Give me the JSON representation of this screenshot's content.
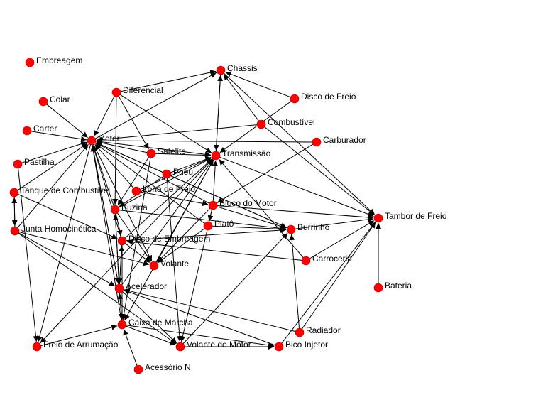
{
  "colors": {
    "node": "#ff0000",
    "edge": "#000000",
    "label": "#000000",
    "background": "#ffffff"
  },
  "nodes": [
    {
      "id": "embreagem",
      "label": "Embreagem"
    },
    {
      "id": "colar",
      "label": "Colar"
    },
    {
      "id": "carter",
      "label": "Carter"
    },
    {
      "id": "pastilha",
      "label": "Pastilha"
    },
    {
      "id": "tanque",
      "label": "Tanque de Combustível"
    },
    {
      "id": "junta",
      "label": "Junta Homocinética"
    },
    {
      "id": "diferencial",
      "label": "Diferencial"
    },
    {
      "id": "chassis",
      "label": "Chassis"
    },
    {
      "id": "discofreio",
      "label": "Disco de Freio"
    },
    {
      "id": "combustivel",
      "label": "Combustível"
    },
    {
      "id": "carburador",
      "label": "Carburador"
    },
    {
      "id": "motor",
      "label": "Motor"
    },
    {
      "id": "satelite",
      "label": "Satelite"
    },
    {
      "id": "transmissao",
      "label": "Transmissão"
    },
    {
      "id": "pneu",
      "label": "Pneu"
    },
    {
      "id": "lona",
      "label": "Lona de Freio"
    },
    {
      "id": "buzina",
      "label": "Buzina"
    },
    {
      "id": "bloco",
      "label": "Bloco do Motor"
    },
    {
      "id": "plato",
      "label": "Platô"
    },
    {
      "id": "burrinho",
      "label": "Burrinho"
    },
    {
      "id": "tambor",
      "label": "Tambor de Freio"
    },
    {
      "id": "discoemb",
      "label": "Disco de Embreagem"
    },
    {
      "id": "volante",
      "label": "Volante"
    },
    {
      "id": "carroceria",
      "label": "Carroceria"
    },
    {
      "id": "acelerador",
      "label": "Acelerador"
    },
    {
      "id": "bateria",
      "label": "Bateria"
    },
    {
      "id": "caixa",
      "label": "Caixa de Marcha"
    },
    {
      "id": "radiador",
      "label": "Radiador"
    },
    {
      "id": "freioarr",
      "label": "Freio de Arrumação"
    },
    {
      "id": "volantemotor",
      "label": "Volante do Motor"
    },
    {
      "id": "bico",
      "label": "Bico Injetor"
    },
    {
      "id": "acessorio",
      "label": "Acessório N"
    }
  ],
  "edges": [
    [
      "colar",
      "motor"
    ],
    [
      "carter",
      "motor"
    ],
    [
      "pastilha",
      "motor"
    ],
    [
      "tanque",
      "motor"
    ],
    [
      "junta",
      "motor"
    ],
    [
      "diferencial",
      "motor"
    ],
    [
      "diferencial",
      "chassis"
    ],
    [
      "diferencial",
      "satelite"
    ],
    [
      "diferencial",
      "transmissao"
    ],
    [
      "diferencial",
      "buzina"
    ],
    [
      "motor",
      "chassis"
    ],
    [
      "combustivel",
      "motor"
    ],
    [
      "carburador",
      "motor"
    ],
    [
      "satelite",
      "motor"
    ],
    [
      "pneu",
      "motor"
    ],
    [
      "lona",
      "motor"
    ],
    [
      "buzina",
      "motor"
    ],
    [
      "bloco",
      "motor"
    ],
    [
      "plato",
      "motor"
    ],
    [
      "burrinho",
      "motor"
    ],
    [
      "discoemb",
      "motor"
    ],
    [
      "acelerador",
      "motor"
    ],
    [
      "caixa",
      "motor"
    ],
    [
      "motor",
      "volante"
    ],
    [
      "motor",
      "freioarr"
    ],
    [
      "motor",
      "transmissao"
    ],
    [
      "chassis",
      "transmissao"
    ],
    [
      "transmissao",
      "chassis"
    ],
    [
      "discofreio",
      "chassis"
    ],
    [
      "combustivel",
      "chassis"
    ],
    [
      "discofreio",
      "transmissao"
    ],
    [
      "satelite",
      "transmissao"
    ],
    [
      "pneu",
      "transmissao"
    ],
    [
      "lona",
      "transmissao"
    ],
    [
      "buzina",
      "transmissao"
    ],
    [
      "discoemb",
      "transmissao"
    ],
    [
      "volante",
      "transmissao"
    ],
    [
      "acelerador",
      "transmissao"
    ],
    [
      "carroceria",
      "transmissao"
    ],
    [
      "bloco",
      "transmissao"
    ],
    [
      "chassis",
      "tambor"
    ],
    [
      "combustivel",
      "tambor"
    ],
    [
      "bloco",
      "tambor"
    ],
    [
      "burrinho",
      "tambor"
    ],
    [
      "carroceria",
      "tambor"
    ],
    [
      "bateria",
      "tambor"
    ],
    [
      "radiador",
      "tambor"
    ],
    [
      "bico",
      "tambor"
    ],
    [
      "transmissao",
      "tambor"
    ],
    [
      "pneu",
      "burrinho"
    ],
    [
      "bloco",
      "burrinho"
    ],
    [
      "buzina",
      "burrinho"
    ],
    [
      "plato",
      "burrinho"
    ],
    [
      "discoemb",
      "burrinho"
    ],
    [
      "volantemotor",
      "burrinho"
    ],
    [
      "radiador",
      "burrinho"
    ],
    [
      "tanque",
      "junta"
    ],
    [
      "junta",
      "tanque"
    ],
    [
      "junta",
      "volante"
    ],
    [
      "junta",
      "acelerador"
    ],
    [
      "junta",
      "volantemotor"
    ],
    [
      "tanque",
      "discoemb"
    ],
    [
      "pastilha",
      "freioarr"
    ],
    [
      "buzina",
      "discoemb"
    ],
    [
      "buzina",
      "volante"
    ],
    [
      "buzina",
      "acelerador"
    ],
    [
      "acelerador",
      "buzina"
    ],
    [
      "discoemb",
      "volante"
    ],
    [
      "discoemb",
      "acelerador"
    ],
    [
      "discoemb",
      "caixa"
    ],
    [
      "acelerador",
      "caixa"
    ],
    [
      "caixa",
      "acelerador"
    ],
    [
      "acelerador",
      "discoemb"
    ],
    [
      "freioarr",
      "caixa"
    ],
    [
      "acessorio",
      "caixa"
    ],
    [
      "caixa",
      "volantemotor"
    ],
    [
      "caixa",
      "bico"
    ],
    [
      "volantemotor",
      "bico"
    ],
    [
      "radiador",
      "acelerador"
    ],
    [
      "bico",
      "acelerador"
    ],
    [
      "carroceria",
      "discoemb"
    ],
    [
      "plato",
      "volante"
    ],
    [
      "bloco",
      "volante"
    ],
    [
      "carburador",
      "bloco"
    ],
    [
      "bloco",
      "plato"
    ],
    [
      "pneu",
      "volantemotor"
    ],
    [
      "transmissao",
      "freioarr"
    ],
    [
      "transmissao",
      "caixa"
    ],
    [
      "motor",
      "acelerador"
    ],
    [
      "satelite",
      "buzina"
    ],
    [
      "satelite",
      "caixa"
    ],
    [
      "pneu",
      "buzina"
    ],
    [
      "lona",
      "bloco"
    ],
    [
      "bloco",
      "volantemotor"
    ],
    [
      "acelerador",
      "volantemotor"
    ]
  ]
}
